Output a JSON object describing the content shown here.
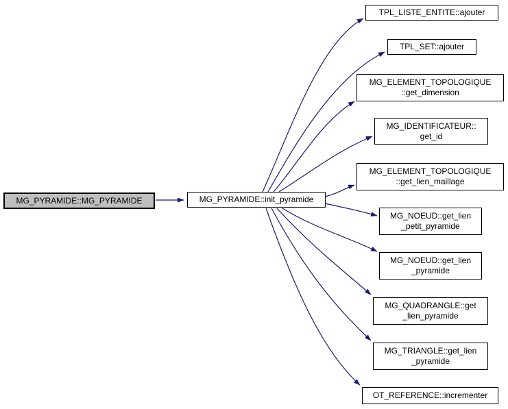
{
  "diagram": {
    "type": "call-graph",
    "background_color": "#ffffff",
    "edge_color": "#191970",
    "node_border_color": "#000000",
    "node_fill_color": "#ffffff",
    "root_node": {
      "label": "MG_PYRAMIDE::MG_PYRAMIDE",
      "fill": "#bfbfbf"
    },
    "mid_node": {
      "label": "MG_PYRAMIDE::init_pyramide"
    },
    "callees": [
      {
        "line1": "TPL_LISTE_ENTITE::ajouter",
        "line2": ""
      },
      {
        "line1": "TPL_SET::ajouter",
        "line2": ""
      },
      {
        "line1": "MG_ELEMENT_TOPOLOGIQUE",
        "line2": "::get_dimension"
      },
      {
        "line1": "MG_IDENTIFICATEUR::",
        "line2": "get_id"
      },
      {
        "line1": "MG_ELEMENT_TOPOLOGIQUE",
        "line2": "::get_lien_maillage"
      },
      {
        "line1": "MG_NOEUD::get_lien",
        "line2": "_petit_pyramide"
      },
      {
        "line1": "MG_NOEUD::get_lien",
        "line2": "_pyramide"
      },
      {
        "line1": "MG_QUADRANGLE::get",
        "line2": "_lien_pyramide"
      },
      {
        "line1": "MG_TRIANGLE::get_lien",
        "line2": "_pyramide"
      },
      {
        "line1": "OT_REFERENCE::incrementer",
        "line2": ""
      }
    ]
  }
}
